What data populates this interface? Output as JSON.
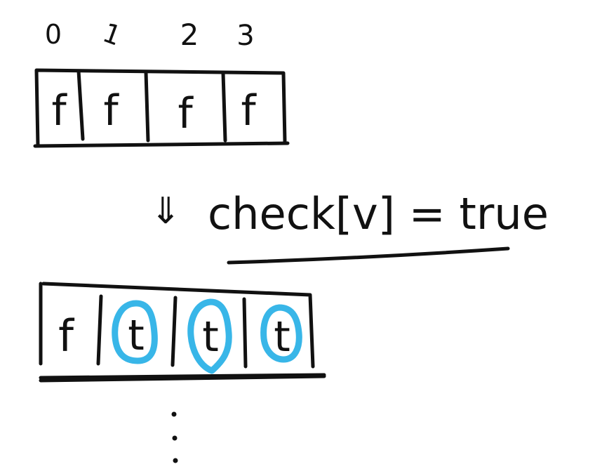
{
  "index_labels": [
    "0",
    "1",
    "2",
    "3"
  ],
  "array_before": [
    "f",
    "f",
    "f",
    "f"
  ],
  "arrow_symbol": "⇓",
  "assignment": "check[v] = true",
  "array_after": [
    "f",
    "t",
    "t",
    "t"
  ],
  "highlighted_cells": [
    1,
    2,
    3
  ],
  "ellipsis": "⋮",
  "colors": {
    "ink": "#111111",
    "highlight": "#38b6e8",
    "background": "#ffffff"
  }
}
